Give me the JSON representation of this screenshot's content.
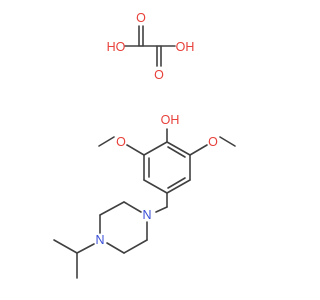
{
  "colors": {
    "bond": "#404040",
    "oxygen": "#e8403a",
    "nitrogen": "#3a4fd8",
    "background": "#ffffff"
  },
  "oxalic_acid": {
    "labels": {
      "hydroxyl_left": "HO",
      "hydroxyl_right": "OH",
      "carbonyl_top": "O",
      "carbonyl_bottom": "O"
    }
  },
  "phenol": {
    "labels": {
      "hydroxyl": "OH",
      "methoxy_left_oxygen": "O",
      "methoxy_right_oxygen": "O"
    }
  },
  "piperazine": {
    "labels": {
      "nitrogen_top": "N",
      "nitrogen_bottom": "N"
    }
  }
}
